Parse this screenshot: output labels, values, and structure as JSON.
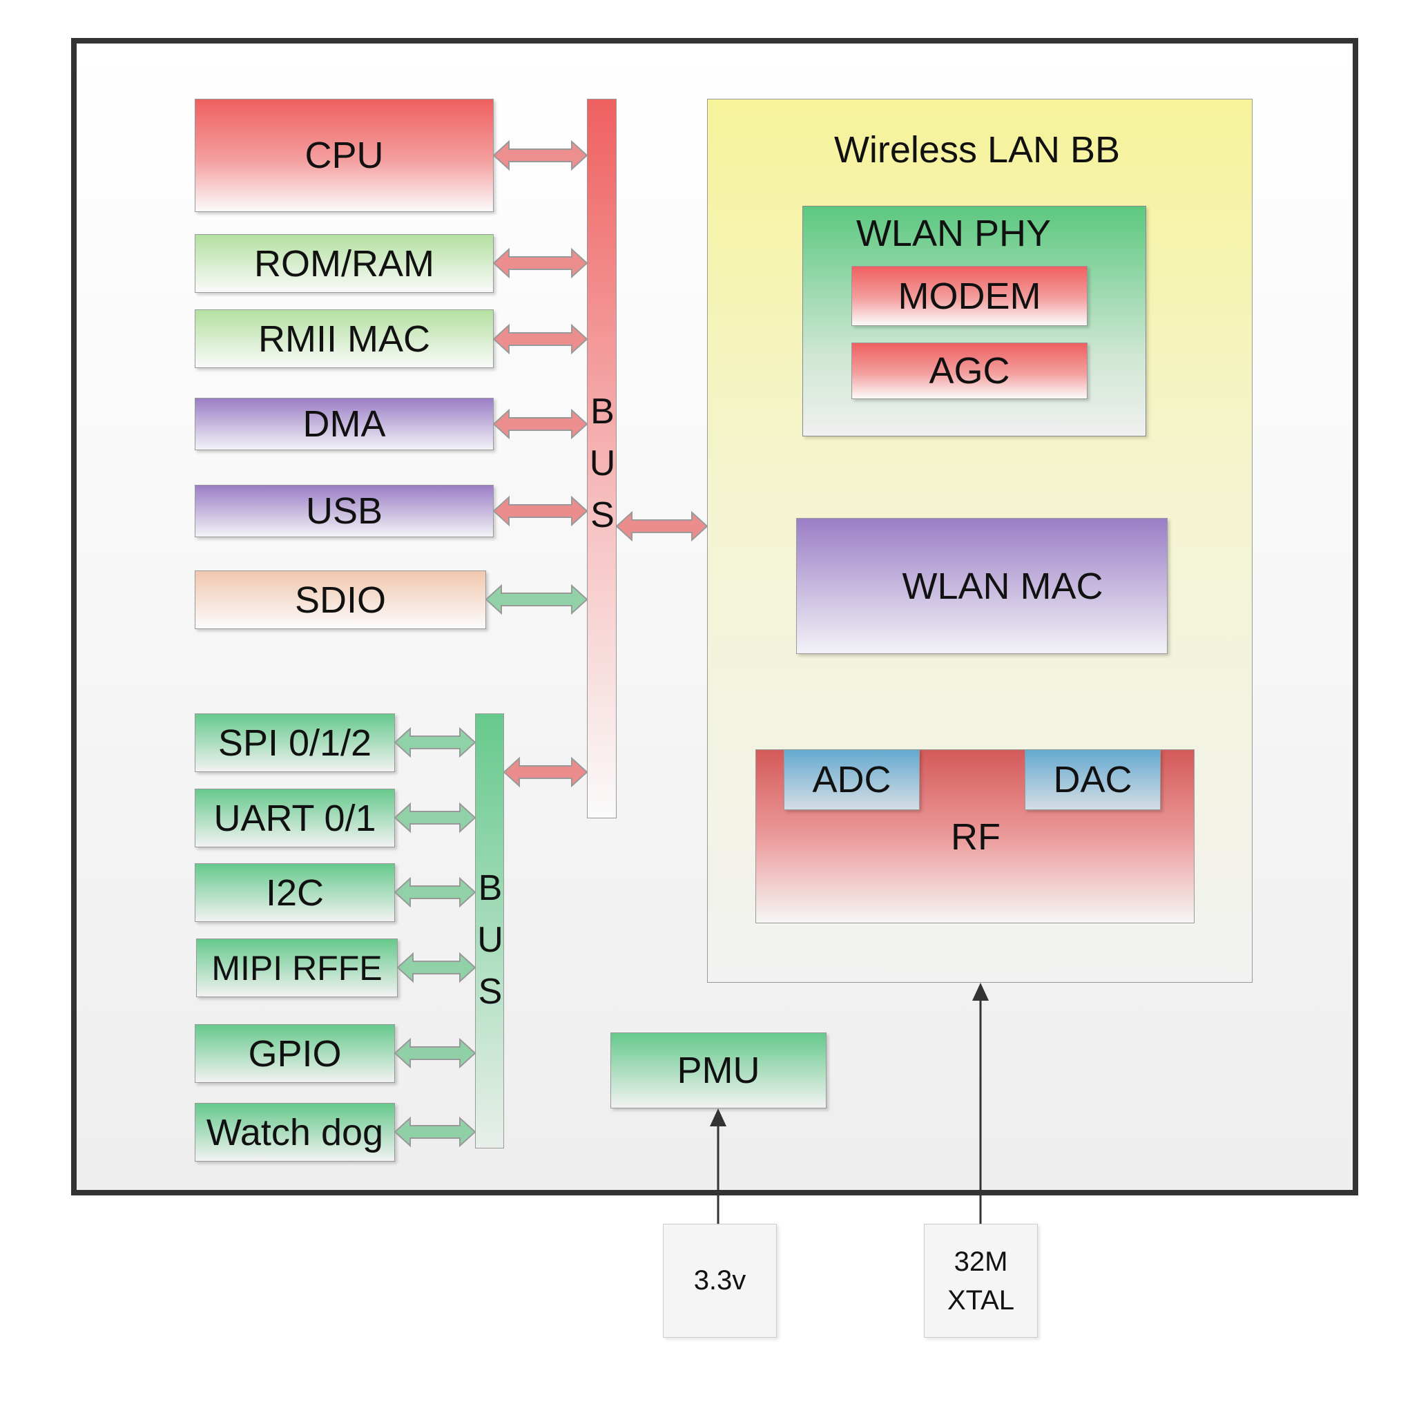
{
  "left_blocks": {
    "cpu": "CPU",
    "rom_ram": "ROM/RAM",
    "rmii_mac": "RMII MAC",
    "dma": "DMA",
    "usb": "USB",
    "sdio": "SDIO"
  },
  "peripherals": {
    "spi": "SPI 0/1/2",
    "uart": "UART 0/1",
    "i2c": "I2C",
    "mipi": "MIPI RFFE",
    "gpio": "GPIO",
    "watchdog": "Watch dog"
  },
  "bus_letters": [
    "B",
    "U",
    "S"
  ],
  "wireless": {
    "title": "Wireless LAN BB",
    "phy": {
      "title": "WLAN PHY",
      "modem": "MODEM",
      "agc": "AGC"
    },
    "mac": "WLAN MAC",
    "rf": {
      "label": "RF",
      "adc": "ADC",
      "dac": "DAC"
    }
  },
  "pmu": "PMU",
  "inputs": {
    "power": "3.3v",
    "xtal_line1": "32M",
    "xtal_line2": "XTAL"
  },
  "colors": {
    "chip_border": "#333333",
    "red_block": "#ef6060",
    "light_green_block": "#b3e0a0",
    "purple_block": "#9b7ec6",
    "peach_block": "#f1c7ae",
    "green_block": "#66c98c",
    "blue_block": "#65a9d0",
    "wlan_bb_fill": "#f6f39a",
    "red_arrow": "#e86a6a",
    "green_arrow": "#6fc68f"
  }
}
